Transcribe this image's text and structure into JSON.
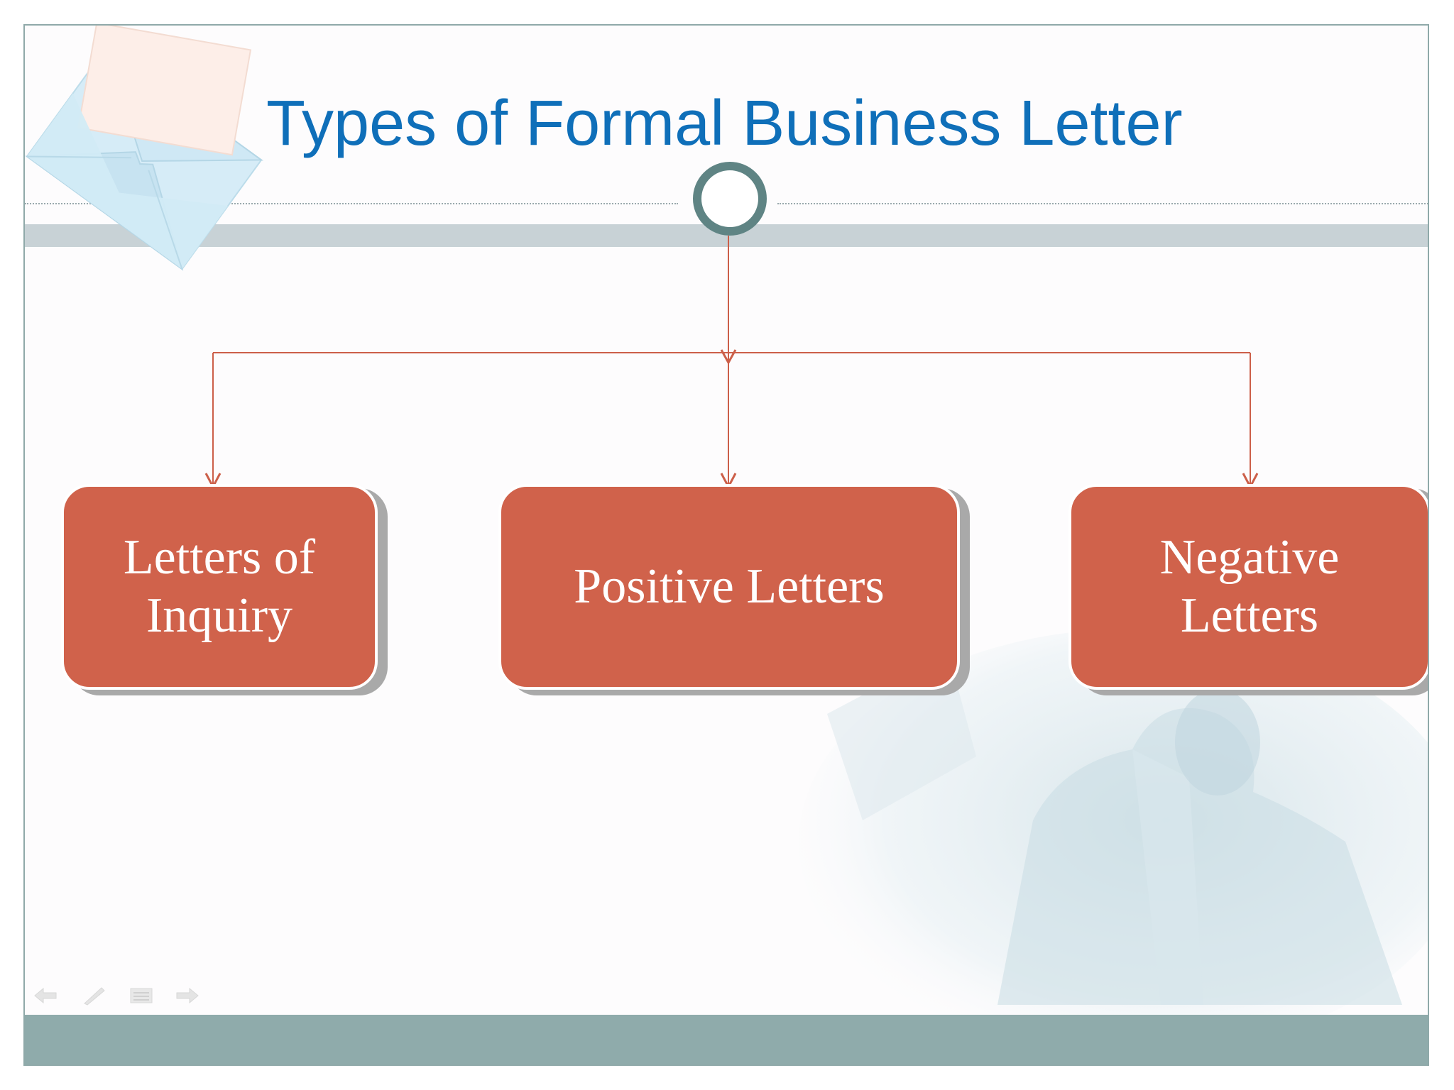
{
  "slide": {
    "title": "Types of Formal Business Letter"
  },
  "diagram": {
    "root": "",
    "children": [
      {
        "label": "Letters of Inquiry"
      },
      {
        "label": "Positive Letters"
      },
      {
        "label": "Negative Letters"
      }
    ],
    "connector_color": "#cc5f49"
  },
  "colors": {
    "title": "#0f6fb9",
    "box_fill": "#d0624b",
    "box_shadow": "#a9a9a9",
    "footer": "#8fabab",
    "header_band": "#c8d2d6",
    "circle_ring": "#5f8484"
  },
  "nav_icons": [
    "back-arrow-icon",
    "pen-icon",
    "menu-icon",
    "forward-arrow-icon"
  ]
}
